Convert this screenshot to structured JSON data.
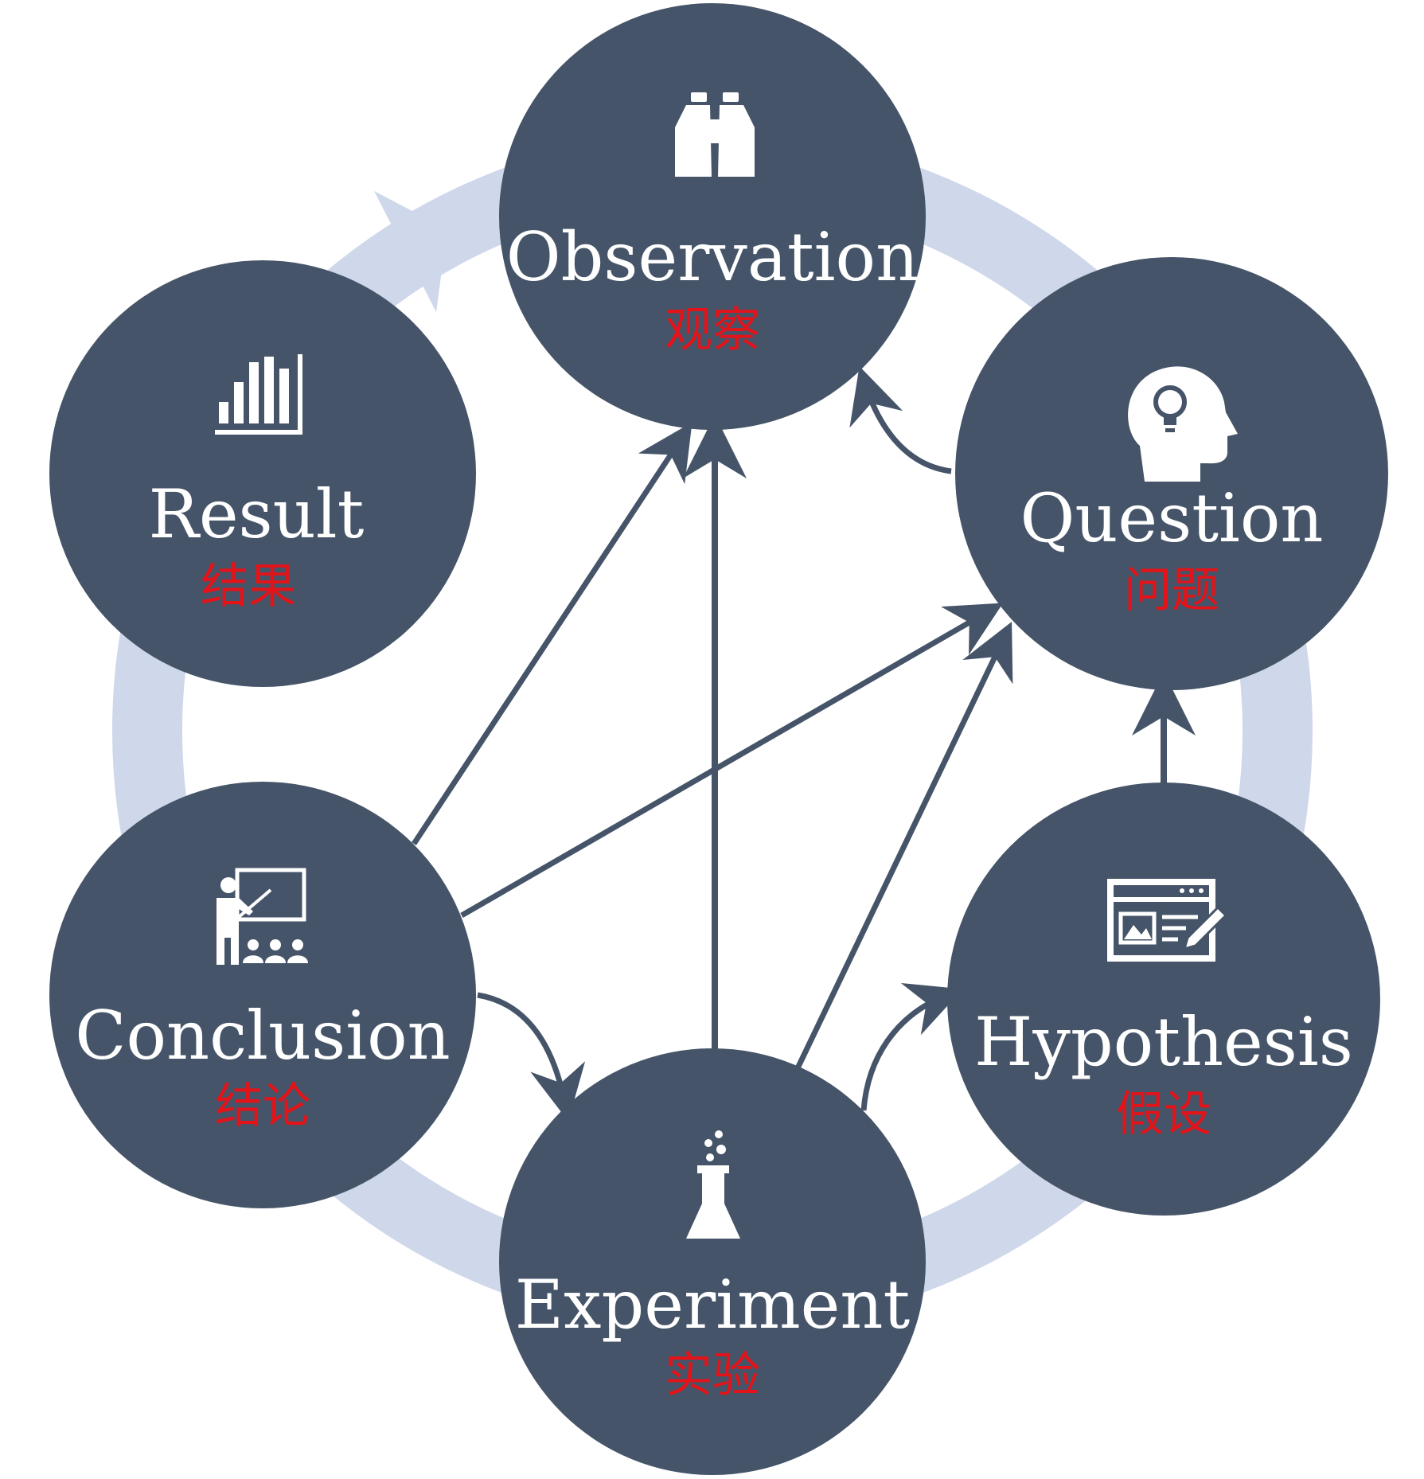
{
  "colors": {
    "node_fill": "#455468",
    "ring": "#cfd7ea",
    "arrow": "#455468",
    "english_text": "#ffffff",
    "chinese_text": "#e3141a"
  },
  "nodes": {
    "observation": {
      "en": "Observation",
      "zh": "观察",
      "icon": "binoculars-icon"
    },
    "question": {
      "en": "Question",
      "zh": "问题",
      "icon": "head-lightbulb-icon"
    },
    "hypothesis": {
      "en": "Hypothesis",
      "zh": "假设",
      "icon": "document-edit-icon"
    },
    "experiment": {
      "en": "Experiment",
      "zh": "实验",
      "icon": "flask-icon"
    },
    "conclusion": {
      "en": "Conclusion",
      "zh": "结论",
      "icon": "presenter-icon"
    },
    "result": {
      "en": "Result",
      "zh": "结果",
      "icon": "bar-chart-icon"
    }
  },
  "edges": [
    {
      "from": "question",
      "to": "observation"
    },
    {
      "from": "hypothesis",
      "to": "question"
    },
    {
      "from": "experiment",
      "to": "hypothesis"
    },
    {
      "from": "experiment",
      "to": "observation"
    },
    {
      "from": "experiment",
      "to": "question"
    },
    {
      "from": "conclusion",
      "to": "experiment"
    },
    {
      "from": "conclusion",
      "to": "observation"
    },
    {
      "from": "conclusion",
      "to": "question"
    }
  ]
}
